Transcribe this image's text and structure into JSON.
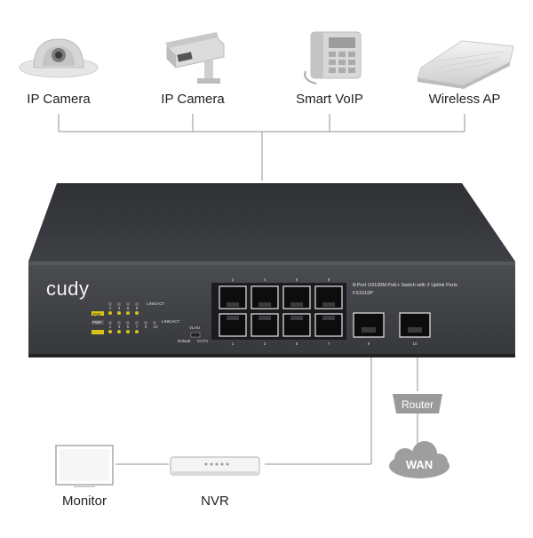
{
  "devices_top": [
    {
      "label": "IP Camera",
      "icon": "dome-camera-icon"
    },
    {
      "label": "IP Camera",
      "icon": "bullet-camera-icon"
    },
    {
      "label": "Smart VoIP",
      "icon": "voip-phone-icon"
    },
    {
      "label": "Wireless AP",
      "icon": "access-point-icon"
    }
  ],
  "switch": {
    "brand": "cudy",
    "model_line": "8-Port 10/100M PoE+ Switch with 2 Uplink Ports",
    "model_number": "FS1010P",
    "led_top_label": "LINK/ACT",
    "led_bottom_label": "LINK/ACT",
    "pwr_label": "PWR",
    "poe_label": "PoE",
    "vlan_label": "VLAN",
    "default_label": "Default",
    "cctv_label": "CCTV",
    "top_port_numbers": [
      "2",
      "4",
      "6",
      "8"
    ],
    "bottom_port_numbers": [
      "1",
      "3",
      "5",
      "7"
    ],
    "uplink_port_numbers": [
      "9",
      "10"
    ],
    "led_numbers_top": [
      "2",
      "4",
      "6",
      "8"
    ],
    "led_numbers_bottom": [
      "1",
      "3",
      "5",
      "7",
      "9",
      "10"
    ]
  },
  "devices_bottom": {
    "monitor": "Monitor",
    "nvr": "NVR",
    "router": "Router",
    "wan": "WAN"
  },
  "colors": {
    "switch_body": "#3c3e42",
    "led_amber": "#d9c21a",
    "line": "#b5b5b5",
    "router": "#9a9a9a"
  }
}
